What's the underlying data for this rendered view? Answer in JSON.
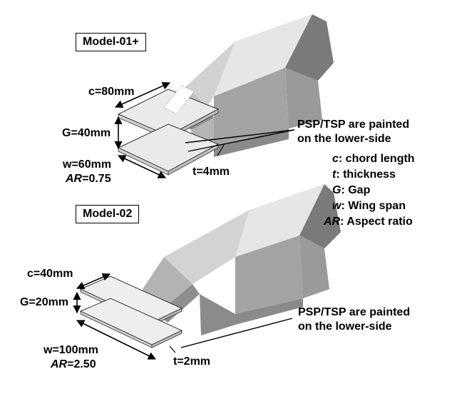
{
  "models": [
    {
      "name": "Model-01+",
      "chord": "c=80mm",
      "gap": "G=40mm",
      "span": "w=60mm",
      "ar_symbol": "AR",
      "ar_value": "=0.75",
      "thickness": "t=4mm",
      "note_line1_bold": "PSP/TSP",
      "note_line1_rest": " are painted",
      "note_line2": "on the lower-side"
    },
    {
      "name": "Model-02",
      "chord": "c=40mm",
      "gap": "G=20mm",
      "span": "w=100mm",
      "ar_symbol": "AR",
      "ar_value": "=2.50",
      "thickness": "t=2mm",
      "note_line1_bold": "PSP/TSP",
      "note_line1_rest": " are painted",
      "note_line2": "on the lower-side"
    }
  ],
  "legend": [
    {
      "symbol": "c",
      "text": ": chord length"
    },
    {
      "symbol": "t",
      "text": ": thickness"
    },
    {
      "symbol": "G",
      "text": ": Gap"
    },
    {
      "symbol": "w",
      "text": ": Wing span"
    },
    {
      "symbol": "AR",
      "text": ": Aspect ratio"
    }
  ]
}
